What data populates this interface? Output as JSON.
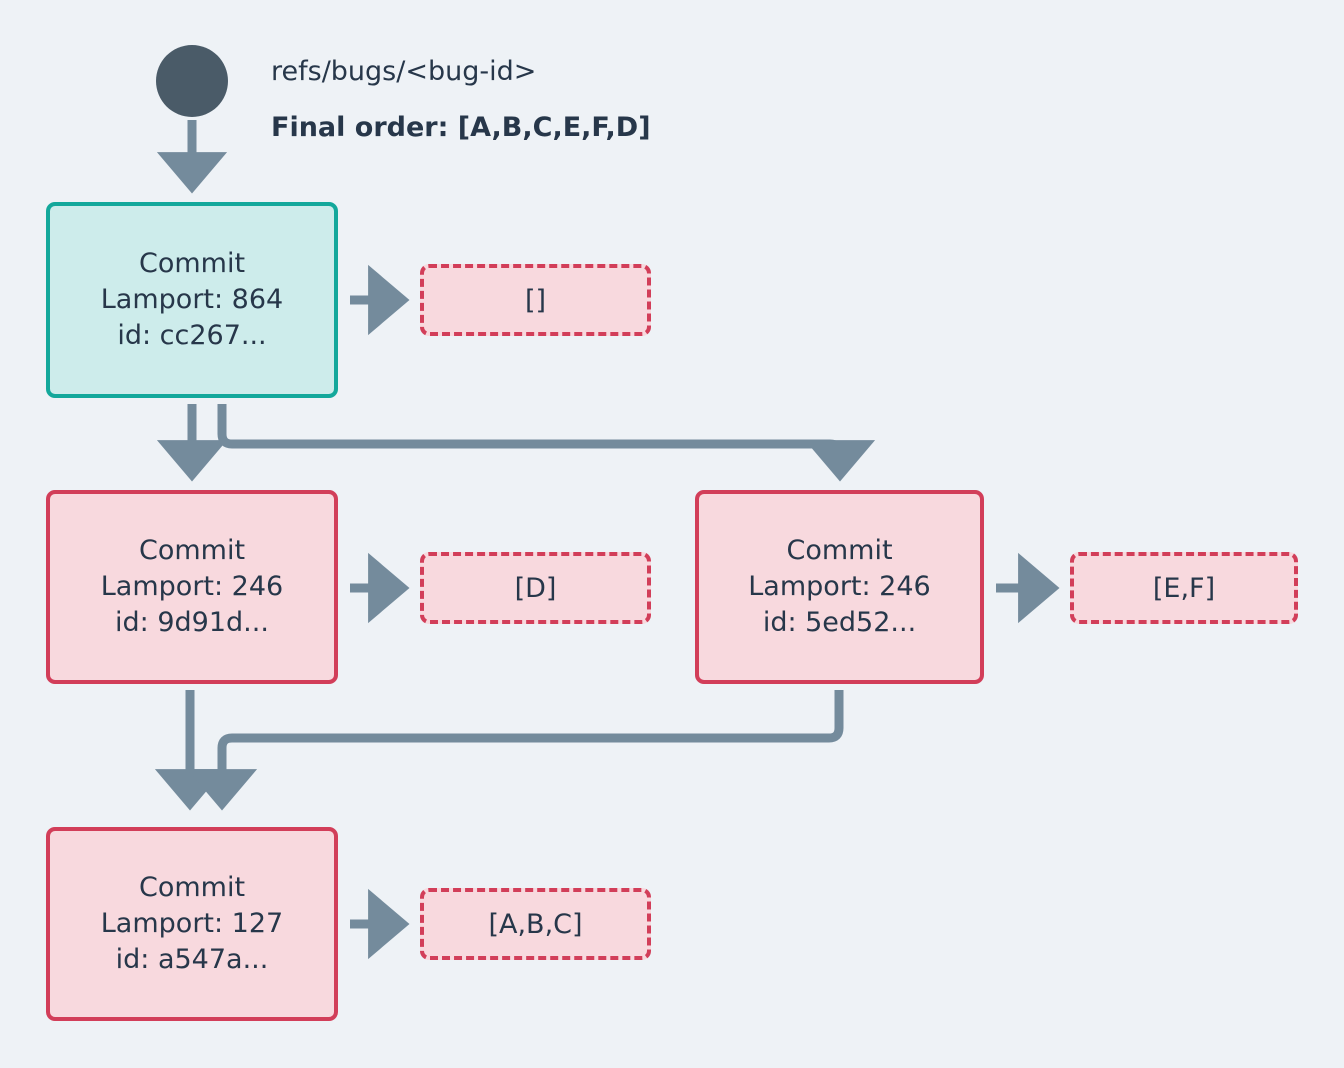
{
  "background": "#eef2f6",
  "colors": {
    "root_marker": "#4a5b68",
    "edge": "#748b9c",
    "teal_border": "#13a89b",
    "teal_fill": "#cdeceb",
    "pink_border": "#d23e59",
    "pink_fill": "#f8d9de",
    "text": "#27374a"
  },
  "header": {
    "ref_label": "refs/bugs/<bug-id>",
    "final_order_label": "Final order: [A,B,C,E,F,D]"
  },
  "nodes": [
    {
      "id": "node-a",
      "title": "Commit",
      "lamport": "Lamport: 864",
      "commit_id": "id: cc267...",
      "style": "teal"
    },
    {
      "id": "node-b",
      "title": "Commit",
      "lamport": "Lamport: 246",
      "commit_id": "id: 9d91d...",
      "style": "pink"
    },
    {
      "id": "node-c",
      "title": "Commit",
      "lamport": "Lamport: 246",
      "commit_id": "id: 5ed52...",
      "style": "pink"
    },
    {
      "id": "node-d",
      "title": "Commit",
      "lamport": "Lamport: 127",
      "commit_id": "id: a547a...",
      "style": "pink"
    }
  ],
  "operations": [
    {
      "id": "op-a",
      "label": "[]"
    },
    {
      "id": "op-b",
      "label": "[D]"
    },
    {
      "id": "op-c",
      "label": "[E,F]"
    },
    {
      "id": "op-d",
      "label": "[A,B,C]"
    }
  ]
}
